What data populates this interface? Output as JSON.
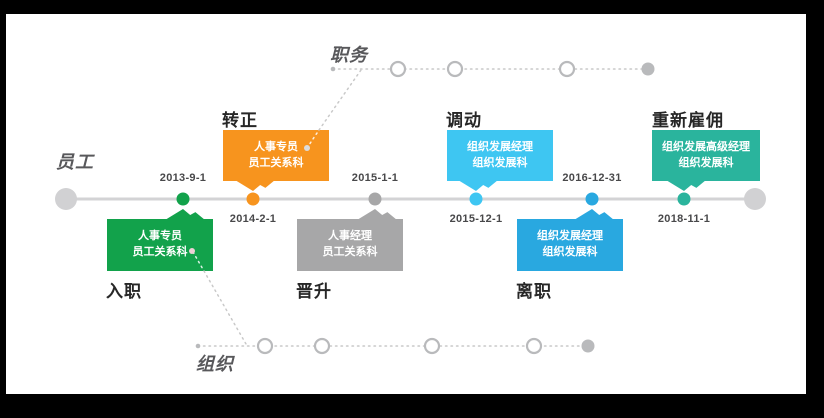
{
  "tracks": {
    "position": {
      "label": "职务"
    },
    "employee": {
      "label": "员工"
    },
    "organization": {
      "label": "组织"
    }
  },
  "events": [
    {
      "name": "入职",
      "date": "2013-9-1",
      "role": "人事专员",
      "dept": "员工关系科",
      "color": "#12a24b",
      "card_side": "below"
    },
    {
      "name": "转正",
      "date": "2014-2-1",
      "role": "人事专员",
      "dept": "员工关系科",
      "color": "#f7941e",
      "card_side": "above"
    },
    {
      "name": "晋升",
      "date": "2015-1-1",
      "role": "人事经理",
      "dept": "员工关系科",
      "color": "#a7a7a8",
      "card_side": "below"
    },
    {
      "name": "调动",
      "date": "2015-12-1",
      "role": "组织发展经理",
      "dept": "组织发展科",
      "color": "#3ec6f2",
      "card_side": "above"
    },
    {
      "name": "离职",
      "date": "2016-12-31",
      "role": "组织发展经理",
      "dept": "组织发展科",
      "color": "#29a8e0",
      "card_side": "below"
    },
    {
      "name": "重新雇佣",
      "date": "2018-11-1",
      "role": "组织发展高级经理",
      "dept": "组织发展科",
      "color": "#2ab49d",
      "card_side": "above"
    }
  ],
  "palette": {
    "timeline_line": "#d3d3d5",
    "timeline_endpoint": "#d1d1d3",
    "dotted_track": "#c9c9c9",
    "track_node_ring": "#b9babc",
    "connector_dot_orange_card": "#dcdcdc",
    "connector_dot_green_card": "#edd0d6",
    "surface": "#ffffff",
    "frame": "#000000"
  }
}
